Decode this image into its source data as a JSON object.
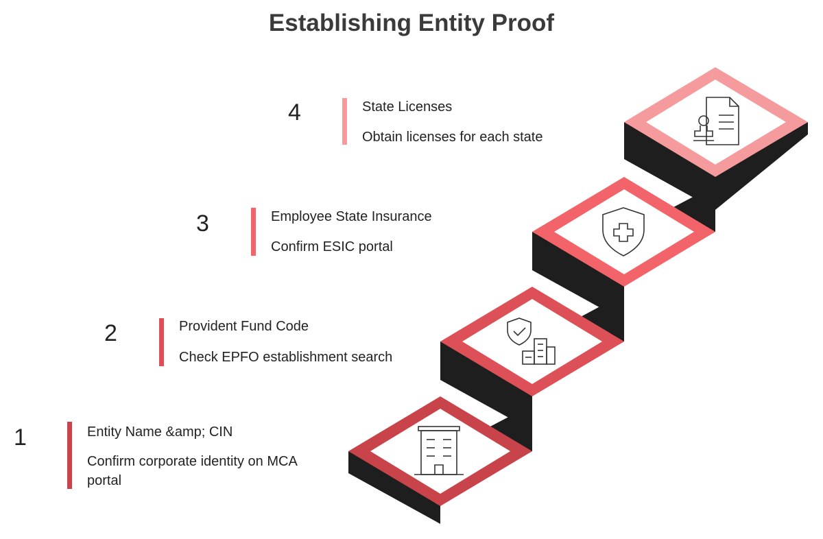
{
  "title": "Establishing Entity Proof",
  "steps": [
    {
      "number": "1",
      "heading": "Entity Name &amp; CIN",
      "description": "Confirm corporate identity on MCA portal",
      "color": "#c8444a",
      "icon": "office-building-icon"
    },
    {
      "number": "2",
      "heading": "Provident Fund Code",
      "description": "Check EPFO establishment search",
      "color": "#dd5058",
      "icon": "shield-check-buildings-icon"
    },
    {
      "number": "3",
      "heading": "Employee State Insurance",
      "description": "Confirm ESIC portal",
      "color": "#f2636a",
      "icon": "medical-shield-icon"
    },
    {
      "number": "4",
      "heading": "State Licenses",
      "description": "Obtain licenses for each state",
      "color": "#f59b9d",
      "icon": "license-stamp-icon"
    }
  ],
  "colors": {
    "riser": "#1e1e1e",
    "text": "#222222",
    "title": "#3a3a3a"
  }
}
